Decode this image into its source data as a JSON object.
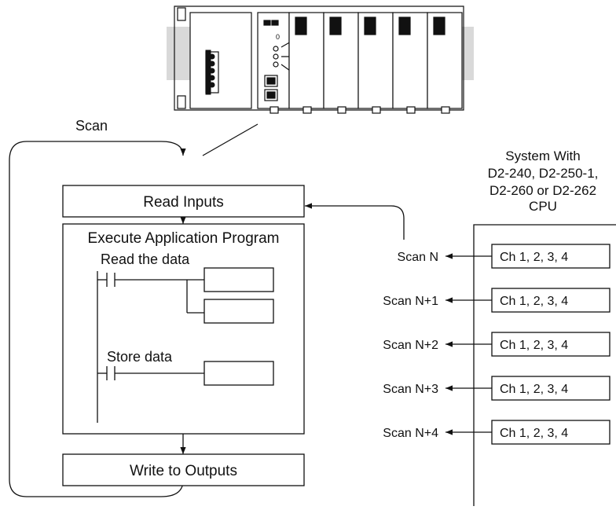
{
  "scan_label": "Scan",
  "flow": {
    "read_inputs": "Read Inputs",
    "execute_program": "Execute Application Program",
    "read_data": "Read the data",
    "store_data": "Store data",
    "write_outputs": "Write to Outputs"
  },
  "system": {
    "title_lines": [
      "System With",
      "D2-240, D2-250-1,",
      "D2-260 or D2-262",
      "CPU"
    ]
  },
  "scans": [
    {
      "label": "Scan N",
      "channel": "Ch 1, 2, 3, 4"
    },
    {
      "label": "Scan N+1",
      "channel": "Ch 1, 2, 3, 4"
    },
    {
      "label": "Scan N+2",
      "channel": "Ch 1, 2, 3, 4"
    },
    {
      "label": "Scan N+3",
      "channel": "Ch 1, 2, 3, 4"
    },
    {
      "label": "Scan N+4",
      "channel": "Ch 1, 2, 3, 4"
    }
  ],
  "colors": {
    "line": "#111111",
    "rack_shade": "#d9d9d9",
    "module_fill": "#ffffff"
  }
}
